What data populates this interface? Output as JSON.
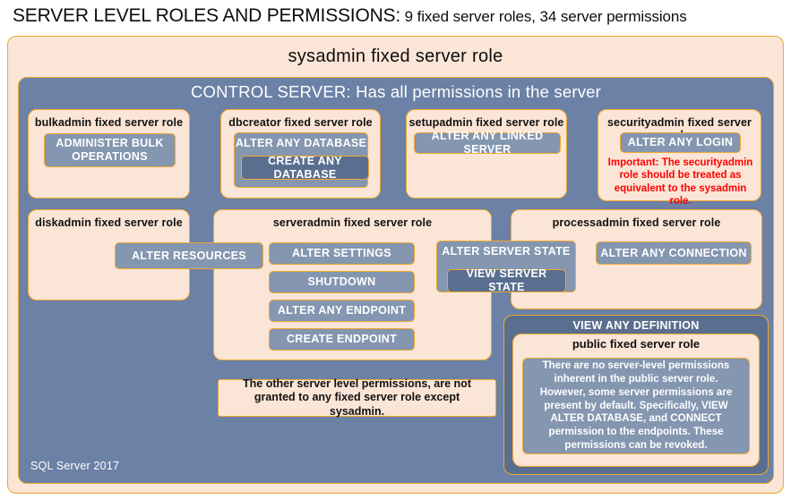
{
  "title": {
    "main": "SERVER LEVEL ROLES AND PERMISSIONS:",
    "sub": " 9 fixed server roles, 34 server permissions"
  },
  "diagram": {
    "sysadmin_label": "sysadmin fixed server role",
    "control_server_label": "CONTROL SERVER: Has all permissions in the server",
    "footer_label": "SQL Server 2017",
    "note": "The other server level permissions, are not granted to any fixed server role except sysadmin.",
    "roles": [
      {
        "key": "bulkadmin",
        "label": "bulkadmin fixed server role",
        "permissions": [
          "ADMINISTER BULK OPERATIONS"
        ]
      },
      {
        "key": "dbcreator",
        "label": "dbcreator fixed server role",
        "permissions": [
          "ALTER ANY DATABASE",
          "CREATE ANY DATABASE"
        ]
      },
      {
        "key": "setupadmin",
        "label": "setupadmin fixed server role",
        "permissions": [
          "ALTER ANY LINKED SERVER"
        ]
      },
      {
        "key": "securityadmin",
        "label": "securityadmin fixed server role",
        "permissions": [
          "ALTER ANY LOGIN"
        ],
        "warning": "Important: The securityadmin role should be treated as equivalent to the sysadmin role."
      },
      {
        "key": "diskadmin",
        "label": "diskadmin fixed server role",
        "permissions": [
          "ALTER RESOURCES"
        ]
      },
      {
        "key": "serveradmin",
        "label": "serveradmin fixed server role",
        "permissions": [
          "ALTER SETTINGS",
          "SHUTDOWN",
          "ALTER ANY ENDPOINT",
          "CREATE ENDPOINT",
          "ALTER SERVER STATE",
          "VIEW SERVER STATE"
        ]
      },
      {
        "key": "processadmin",
        "label": "processadmin fixed server role",
        "permissions": [
          "ALTER ANY CONNECTION"
        ]
      },
      {
        "key": "public",
        "label": "public fixed server role",
        "permissions": [
          "VIEW ANY DEFINITION"
        ],
        "body": "There are no server-level permissions inherent in the public server role. However, some server permissions are present by default. Specifically, VIEW ALTER DATABASE, and CONNECT permission to the endpoints. These permissions can be revoked."
      }
    ]
  },
  "colors": {
    "peach_fill": "#FBE5D6",
    "slate_fill": "#6B81A5",
    "permission_fill": "#8496B0",
    "permission_dark_fill": "#5A6E8F",
    "border_orange": "#F0A830",
    "warning_red": "#FF0000"
  }
}
